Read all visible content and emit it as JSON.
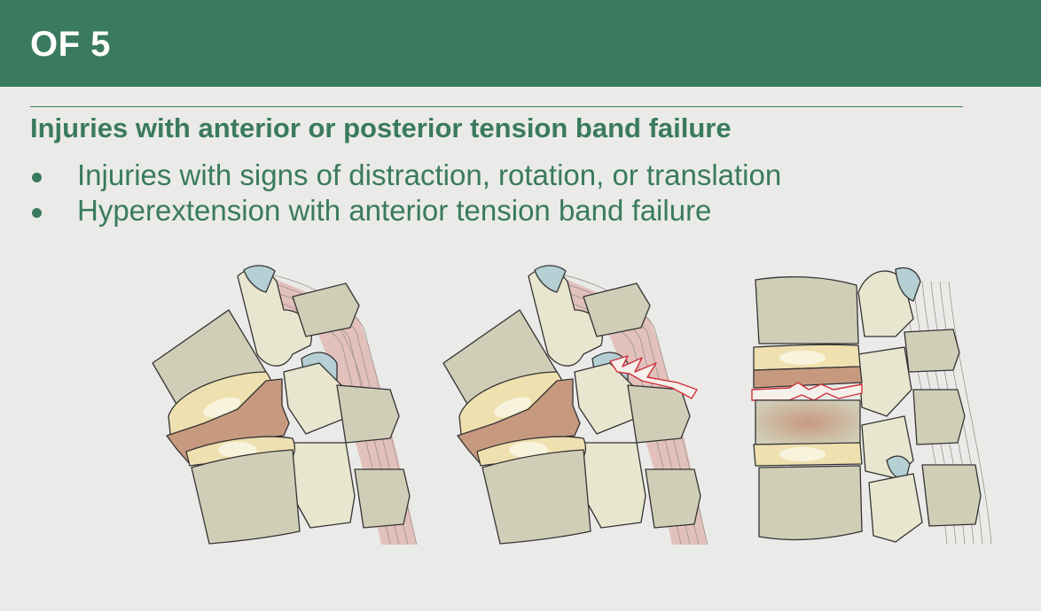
{
  "header": {
    "title": "OF 5"
  },
  "section": {
    "title": "Injuries with anterior or posterior tension band failure",
    "bullets": [
      "Injuries with signs of distraction, rotation, or translation",
      "Hyperextension with anterior tension band failure"
    ]
  },
  "colors": {
    "brand_green": "#3a7a5e",
    "background": "#eaebe8",
    "bone": "#e9e6cf",
    "vertebral_body": "#d1ceb8",
    "disc": "#efe0b0",
    "fracture": "#c79a80",
    "ligament": "#e2c1bd",
    "cartilage": "#b5cfd4",
    "fracture_line": "#d0303a"
  },
  "illustrations": [
    {
      "id": "fracture-left",
      "icon": "spine-burst-fracture-icon"
    },
    {
      "id": "fracture-middle",
      "icon": "spine-posterior-tension-band-failure-icon"
    },
    {
      "id": "fracture-right",
      "icon": "spine-anterior-tension-band-failure-icon"
    }
  ]
}
